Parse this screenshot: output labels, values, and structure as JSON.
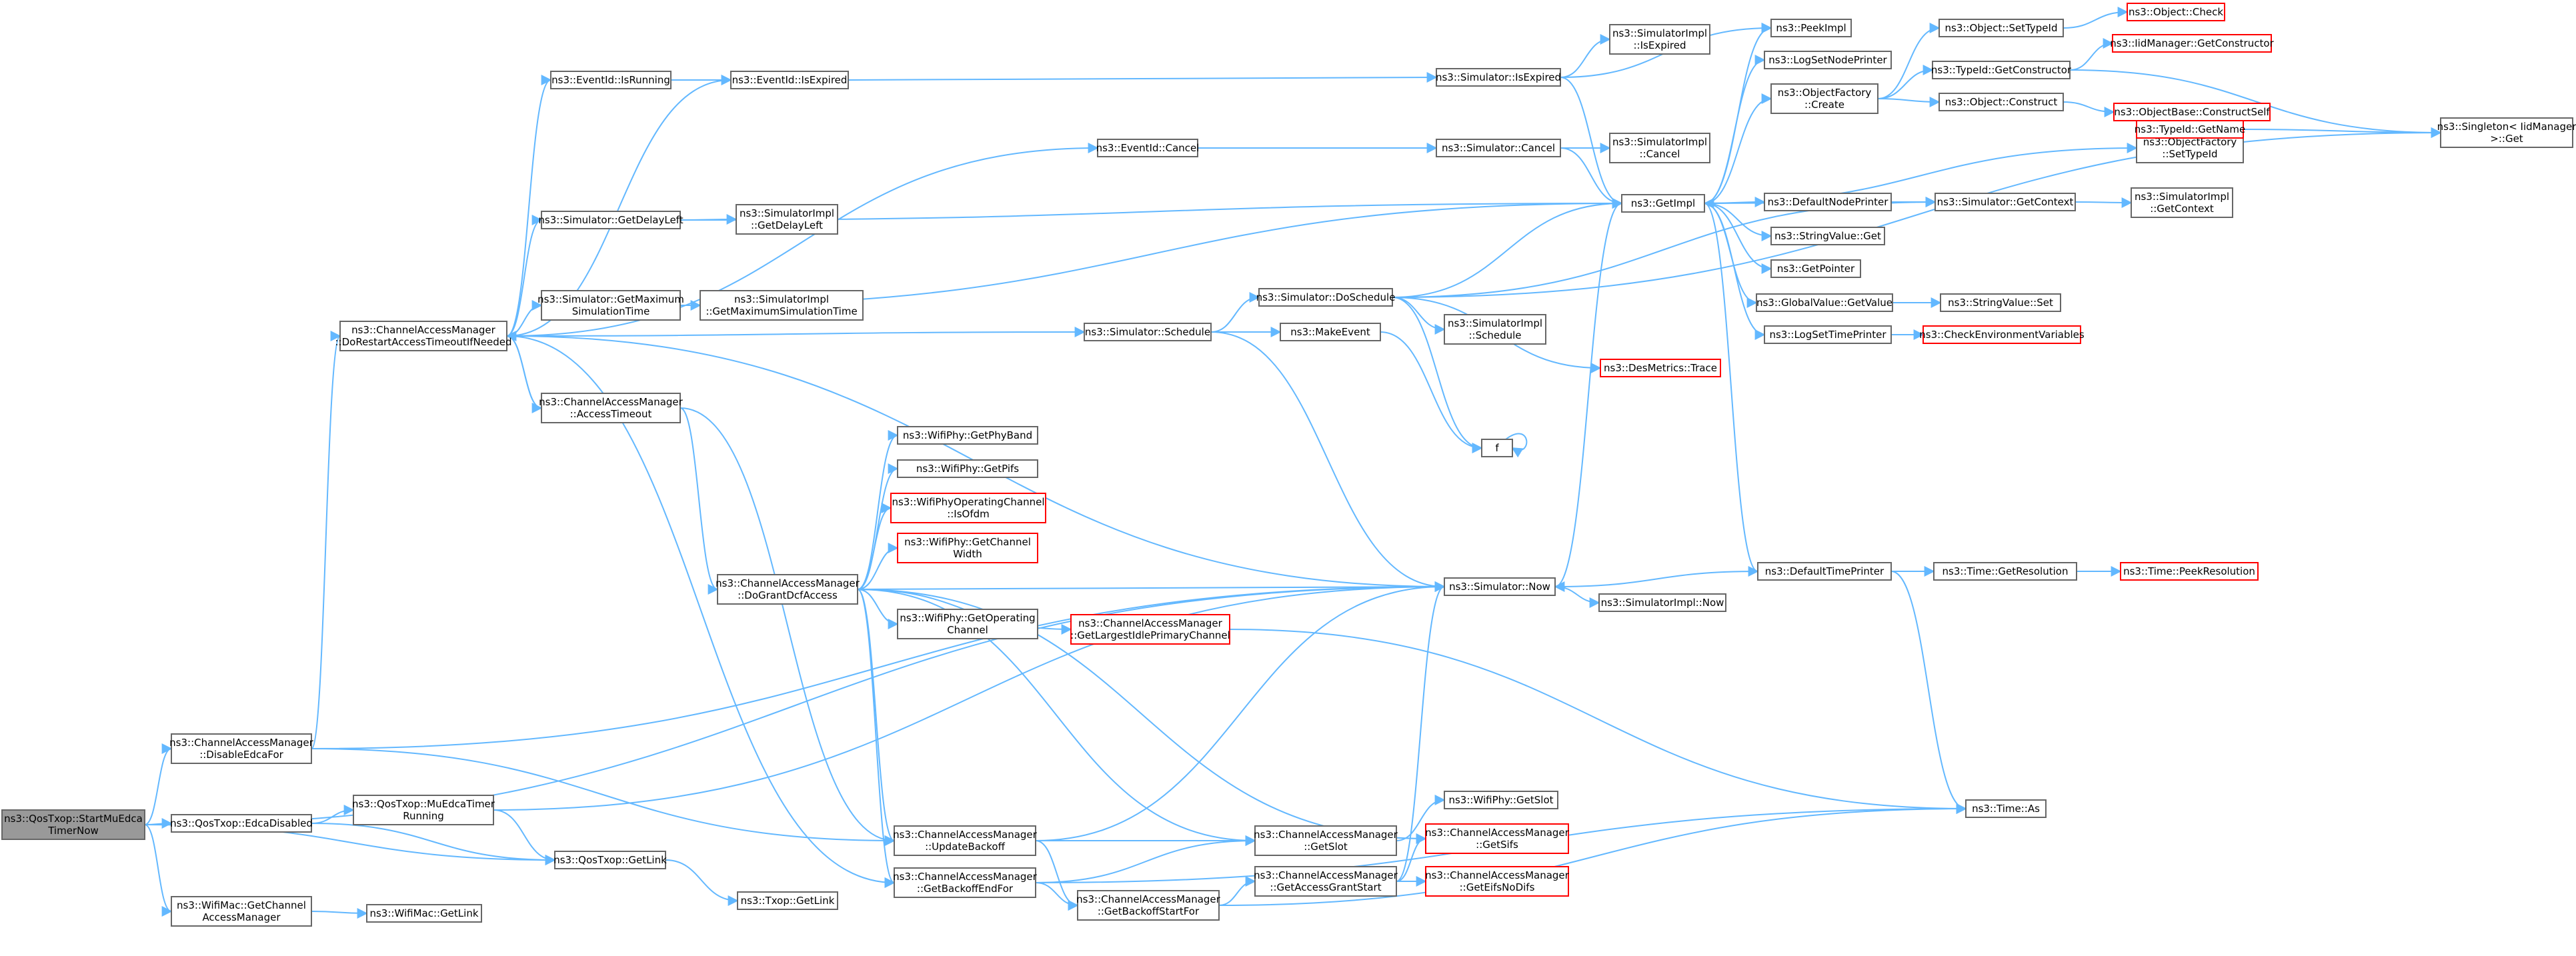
{
  "nodes": [
    {
      "id": "root",
      "lines": [
        "ns3::QosTxop::StartMuEdca",
        "TimerNow"
      ],
      "style": "root"
    },
    {
      "id": "disableEdca",
      "lines": [
        "ns3::ChannelAccessManager",
        "::DisableEdcaFor"
      ]
    },
    {
      "id": "edcaDisabled",
      "lines": [
        "ns3::QosTxop::EdcaDisabled"
      ]
    },
    {
      "id": "getCam",
      "lines": [
        "ns3::WifiMac::GetChannel",
        "AccessManager"
      ]
    },
    {
      "id": "muRunning",
      "lines": [
        "ns3::QosTxop::MuEdcaTimer",
        "Running"
      ]
    },
    {
      "id": "qosGetLink",
      "lines": [
        "ns3::QosTxop::GetLink"
      ]
    },
    {
      "id": "macGetLink",
      "lines": [
        "ns3::WifiMac::GetLink"
      ]
    },
    {
      "id": "txopGetLink",
      "lines": [
        "ns3::Txop::GetLink"
      ]
    },
    {
      "id": "doRestart",
      "lines": [
        "ns3::ChannelAccessManager",
        "::DoRestartAccessTimeoutIfNeeded"
      ]
    },
    {
      "id": "isRunning",
      "lines": [
        "ns3::EventId::IsRunning"
      ]
    },
    {
      "id": "isExpired",
      "lines": [
        "ns3::EventId::IsExpired"
      ]
    },
    {
      "id": "eventCancel",
      "lines": [
        "ns3::EventId::Cancel"
      ]
    },
    {
      "id": "getDelayLeft",
      "lines": [
        "ns3::Simulator::GetDelayLeft"
      ]
    },
    {
      "id": "implDelayLeft",
      "lines": [
        "ns3::SimulatorImpl",
        "::GetDelayLeft"
      ]
    },
    {
      "id": "getMaxSim",
      "lines": [
        "ns3::Simulator::GetMaximum",
        "SimulationTime"
      ]
    },
    {
      "id": "implMaxSim",
      "lines": [
        "ns3::SimulatorImpl",
        "::GetMaximumSimulationTime"
      ]
    },
    {
      "id": "schedule",
      "lines": [
        "ns3::Simulator::Schedule"
      ]
    },
    {
      "id": "accessTimeout",
      "lines": [
        "ns3::ChannelAccessManager",
        "::AccessTimeout"
      ]
    },
    {
      "id": "doGrant",
      "lines": [
        "ns3::ChannelAccessManager",
        "::DoGrantDcfAccess"
      ]
    },
    {
      "id": "phyBand",
      "lines": [
        "ns3::WifiPhy::GetPhyBand"
      ]
    },
    {
      "id": "pifs",
      "lines": [
        "ns3::WifiPhy::GetPifs"
      ]
    },
    {
      "id": "isOfdm",
      "lines": [
        "ns3::WifiPhyOperatingChannel",
        "::IsOfdm"
      ],
      "style": "red"
    },
    {
      "id": "chWidth",
      "lines": [
        "ns3::WifiPhy::GetChannel",
        "Width"
      ],
      "style": "red"
    },
    {
      "id": "opChannel",
      "lines": [
        "ns3::WifiPhy::GetOperating",
        "Channel"
      ]
    },
    {
      "id": "largestIdle",
      "lines": [
        "ns3::ChannelAccessManager",
        "::GetLargestIdlePrimaryChannel"
      ],
      "style": "red"
    },
    {
      "id": "updateBackoff",
      "lines": [
        "ns3::ChannelAccessManager",
        "::UpdateBackoff"
      ]
    },
    {
      "id": "backoffEnd",
      "lines": [
        "ns3::ChannelAccessManager",
        "::GetBackoffEndFor"
      ]
    },
    {
      "id": "backoffStart",
      "lines": [
        "ns3::ChannelAccessManager",
        "::GetBackoffStartFor"
      ]
    },
    {
      "id": "camGetSlot",
      "lines": [
        "ns3::ChannelAccessManager",
        "::GetSlot"
      ]
    },
    {
      "id": "grantStart",
      "lines": [
        "ns3::ChannelAccessManager",
        "::GetAccessGrantStart"
      ]
    },
    {
      "id": "phyGetSlot",
      "lines": [
        "ns3::WifiPhy::GetSlot"
      ]
    },
    {
      "id": "getSifs",
      "lines": [
        "ns3::ChannelAccessManager",
        "::GetSifs"
      ],
      "style": "red"
    },
    {
      "id": "getEifs",
      "lines": [
        "ns3::ChannelAccessManager",
        "::GetEifsNoDifs"
      ],
      "style": "red"
    },
    {
      "id": "simIsExpired",
      "lines": [
        "ns3::Simulator::IsExpired"
      ]
    },
    {
      "id": "implIsExpired",
      "lines": [
        "ns3::SimulatorImpl",
        "::IsExpired"
      ]
    },
    {
      "id": "simCancel",
      "lines": [
        "ns3::Simulator::Cancel"
      ]
    },
    {
      "id": "implCancel",
      "lines": [
        "ns3::SimulatorImpl",
        "::Cancel"
      ]
    },
    {
      "id": "doSchedule",
      "lines": [
        "ns3::Simulator::DoSchedule"
      ]
    },
    {
      "id": "makeEvent",
      "lines": [
        "ns3::MakeEvent"
      ]
    },
    {
      "id": "implSchedule",
      "lines": [
        "ns3::SimulatorImpl",
        "::Schedule"
      ]
    },
    {
      "id": "desTrace",
      "lines": [
        "ns3::DesMetrics::Trace"
      ],
      "style": "red"
    },
    {
      "id": "f",
      "lines": [
        "f"
      ]
    },
    {
      "id": "now",
      "lines": [
        "ns3::Simulator::Now"
      ]
    },
    {
      "id": "implNow",
      "lines": [
        "ns3::SimulatorImpl::Now"
      ]
    },
    {
      "id": "getImpl",
      "lines": [
        "ns3::GetImpl"
      ]
    },
    {
      "id": "peekImpl",
      "lines": [
        "ns3::PeekImpl"
      ]
    },
    {
      "id": "logNode",
      "lines": [
        "ns3::LogSetNodePrinter"
      ]
    },
    {
      "id": "objFactCreate",
      "lines": [
        "ns3::ObjectFactory",
        "::Create"
      ]
    },
    {
      "id": "defNode",
      "lines": [
        "ns3::DefaultNodePrinter"
      ]
    },
    {
      "id": "strGet",
      "lines": [
        "ns3::StringValue::Get"
      ]
    },
    {
      "id": "getPointer",
      "lines": [
        "ns3::GetPointer"
      ]
    },
    {
      "id": "gvGetValue",
      "lines": [
        "ns3::GlobalValue::GetValue"
      ]
    },
    {
      "id": "logTime",
      "lines": [
        "ns3::LogSetTimePrinter"
      ]
    },
    {
      "id": "defTime",
      "lines": [
        "ns3::DefaultTimePrinter"
      ]
    },
    {
      "id": "objSetTypeId",
      "lines": [
        "ns3::Object::SetTypeId"
      ]
    },
    {
      "id": "tidGetCtor",
      "lines": [
        "ns3::TypeId::GetConstructor"
      ]
    },
    {
      "id": "objConstruct",
      "lines": [
        "ns3::Object::Construct"
      ]
    },
    {
      "id": "ofSetTypeId",
      "lines": [
        "ns3::ObjectFactory",
        "::SetTypeId"
      ]
    },
    {
      "id": "simGetContext",
      "lines": [
        "ns3::Simulator::GetContext"
      ]
    },
    {
      "id": "strSet",
      "lines": [
        "ns3::StringValue::Set"
      ]
    },
    {
      "id": "checkEnv",
      "lines": [
        "ns3::CheckEnvironmentVariables"
      ],
      "style": "red"
    },
    {
      "id": "timeGetRes",
      "lines": [
        "ns3::Time::GetResolution"
      ]
    },
    {
      "id": "timeAs",
      "lines": [
        "ns3::Time::As"
      ]
    },
    {
      "id": "objCheck",
      "lines": [
        "ns3::Object::Check"
      ],
      "style": "red"
    },
    {
      "id": "iidGetCtor",
      "lines": [
        "ns3::IidManager::GetConstructor"
      ],
      "style": "red"
    },
    {
      "id": "constructSelf",
      "lines": [
        "ns3::ObjectBase::ConstructSelf"
      ],
      "style": "red"
    },
    {
      "id": "tidGetName",
      "lines": [
        "ns3::TypeId::GetName"
      ],
      "style": "red"
    },
    {
      "id": "singletonGet",
      "lines": [
        "ns3::Singleton< IidManager",
        ">::Get"
      ]
    },
    {
      "id": "implGetContext",
      "lines": [
        "ns3::SimulatorImpl",
        "::GetContext"
      ]
    },
    {
      "id": "peekRes",
      "lines": [
        "ns3::Time::PeekResolution"
      ],
      "style": "red"
    }
  ],
  "edges": [
    [
      "root",
      "disableEdca"
    ],
    [
      "root",
      "edcaDisabled"
    ],
    [
      "root",
      "getCam"
    ],
    [
      "root",
      "qosGetLink"
    ],
    [
      "root",
      "now"
    ],
    [
      "disableEdca",
      "doRestart"
    ],
    [
      "disableEdca",
      "now"
    ],
    [
      "disableEdca",
      "updateBackoff"
    ],
    [
      "edcaDisabled",
      "muRunning"
    ],
    [
      "edcaDisabled",
      "qosGetLink"
    ],
    [
      "getCam",
      "macGetLink"
    ],
    [
      "muRunning",
      "qosGetLink"
    ],
    [
      "muRunning",
      "now"
    ],
    [
      "qosGetLink",
      "txopGetLink"
    ],
    [
      "doRestart",
      "isRunning"
    ],
    [
      "doRestart",
      "isExpired"
    ],
    [
      "doRestart",
      "eventCancel"
    ],
    [
      "doRestart",
      "getDelayLeft"
    ],
    [
      "doRestart",
      "getMaxSim"
    ],
    [
      "doRestart",
      "schedule"
    ],
    [
      "doRestart",
      "accessTimeout"
    ],
    [
      "doRestart",
      "now"
    ],
    [
      "doRestart",
      "backoffEnd"
    ],
    [
      "isRunning",
      "isExpired"
    ],
    [
      "isExpired",
      "simIsExpired"
    ],
    [
      "eventCancel",
      "simCancel"
    ],
    [
      "getDelayLeft",
      "implDelayLeft"
    ],
    [
      "getDelayLeft",
      "getImpl"
    ],
    [
      "getMaxSim",
      "implMaxSim"
    ],
    [
      "getMaxSim",
      "getImpl"
    ],
    [
      "schedule",
      "doSchedule"
    ],
    [
      "schedule",
      "makeEvent"
    ],
    [
      "schedule",
      "now"
    ],
    [
      "accessTimeout",
      "doRestart"
    ],
    [
      "accessTimeout",
      "doGrant"
    ],
    [
      "accessTimeout",
      "updateBackoff"
    ],
    [
      "doGrant",
      "phyBand"
    ],
    [
      "doGrant",
      "pifs"
    ],
    [
      "doGrant",
      "isOfdm"
    ],
    [
      "doGrant",
      "chWidth"
    ],
    [
      "doGrant",
      "opChannel"
    ],
    [
      "doGrant",
      "largestIdle"
    ],
    [
      "doGrant",
      "now"
    ],
    [
      "doGrant",
      "updateBackoff"
    ],
    [
      "doGrant",
      "backoffEnd"
    ],
    [
      "doGrant",
      "camGetSlot"
    ],
    [
      "doGrant",
      "getSifs"
    ],
    [
      "largestIdle",
      "timeAs"
    ],
    [
      "updateBackoff",
      "camGetSlot"
    ],
    [
      "updateBackoff",
      "backoffStart"
    ],
    [
      "updateBackoff",
      "now"
    ],
    [
      "backoffEnd",
      "backoffStart"
    ],
    [
      "backoffEnd",
      "camGetSlot"
    ],
    [
      "backoffEnd",
      "timeAs"
    ],
    [
      "backoffStart",
      "grantStart"
    ],
    [
      "backoffStart",
      "timeAs"
    ],
    [
      "camGetSlot",
      "phyGetSlot"
    ],
    [
      "grantStart",
      "getSifs"
    ],
    [
      "grantStart",
      "getEifs"
    ],
    [
      "grantStart",
      "now"
    ],
    [
      "simIsExpired",
      "implIsExpired"
    ],
    [
      "simIsExpired",
      "getImpl"
    ],
    [
      "simIsExpired",
      "peekImpl"
    ],
    [
      "simCancel",
      "implCancel"
    ],
    [
      "simCancel",
      "getImpl"
    ],
    [
      "doSchedule",
      "implSchedule"
    ],
    [
      "doSchedule",
      "desTrace"
    ],
    [
      "doSchedule",
      "getImpl"
    ],
    [
      "doSchedule",
      "f"
    ],
    [
      "doSchedule",
      "simGetContext"
    ],
    [
      "doSchedule",
      "singletonGet"
    ],
    [
      "makeEvent",
      "f"
    ],
    [
      "f",
      "f"
    ],
    [
      "now",
      "implNow"
    ],
    [
      "now",
      "getImpl"
    ],
    [
      "getImpl",
      "peekImpl"
    ],
    [
      "getImpl",
      "logNode"
    ],
    [
      "getImpl",
      "objFactCreate"
    ],
    [
      "getImpl",
      "ofSetTypeId"
    ],
    [
      "getImpl",
      "defNode"
    ],
    [
      "getImpl",
      "strGet"
    ],
    [
      "getImpl",
      "getPointer"
    ],
    [
      "getImpl",
      "gvGetValue"
    ],
    [
      "getImpl",
      "logTime"
    ],
    [
      "getImpl",
      "defTime"
    ],
    [
      "objFactCreate",
      "objSetTypeId"
    ],
    [
      "objFactCreate",
      "tidGetCtor"
    ],
    [
      "objFactCreate",
      "objConstruct"
    ],
    [
      "defNode",
      "simGetContext"
    ],
    [
      "gvGetValue",
      "strSet"
    ],
    [
      "logTime",
      "checkEnv"
    ],
    [
      "defTime",
      "timeGetRes"
    ],
    [
      "defTime",
      "timeAs"
    ],
    [
      "defTime",
      "now"
    ],
    [
      "objSetTypeId",
      "objCheck"
    ],
    [
      "tidGetCtor",
      "iidGetCtor"
    ],
    [
      "tidGetCtor",
      "singletonGet"
    ],
    [
      "objConstruct",
      "constructSelf"
    ],
    [
      "constructSelf",
      "tidGetName"
    ],
    [
      "ofSetTypeId",
      "tidGetName"
    ],
    [
      "tidGetName",
      "singletonGet"
    ],
    [
      "simGetContext",
      "implGetContext"
    ],
    [
      "simGetContext",
      "getImpl"
    ],
    [
      "timeGetRes",
      "peekRes"
    ]
  ]
}
